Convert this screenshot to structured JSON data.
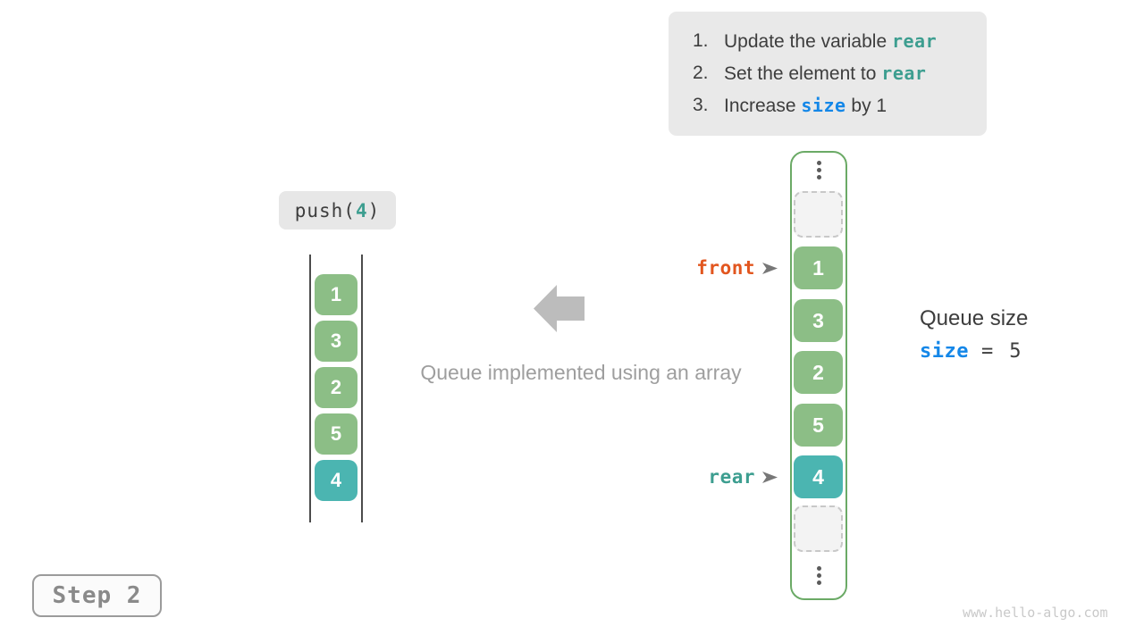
{
  "colors": {
    "green_box": "#8cbe86",
    "teal_box": "#4bb5b1",
    "teal_text": "#3d9e90",
    "orange_text": "#e2561f",
    "blue_text": "#1487e8",
    "array_border": "#6baa66",
    "panel_bg": "#e9e9e9",
    "gray_text": "#9e9e9e"
  },
  "instructions": {
    "items": [
      {
        "num": "1.",
        "pre": "Update the variable ",
        "code": "rear",
        "post": ""
      },
      {
        "num": "2.",
        "pre": "Set the element to ",
        "code": "rear",
        "post": ""
      },
      {
        "num": "3.",
        "pre": "Increase ",
        "code": "size",
        "post": " by 1"
      }
    ]
  },
  "push_call": {
    "fn": "push(",
    "arg": "4",
    "close": ")"
  },
  "left_queue": {
    "values": [
      "1",
      "3",
      "2",
      "5",
      "4"
    ]
  },
  "arrow_caption": "Queue implemented using an array",
  "pointers": {
    "front": "front",
    "rear": "rear"
  },
  "array_column": {
    "values": [
      "1",
      "3",
      "2",
      "5",
      "4"
    ]
  },
  "queue_size": {
    "title": "Queue size",
    "var": "size",
    "equals": "=",
    "value": "5"
  },
  "step_badge": "Step 2",
  "watermark": "www.hello-algo.com"
}
